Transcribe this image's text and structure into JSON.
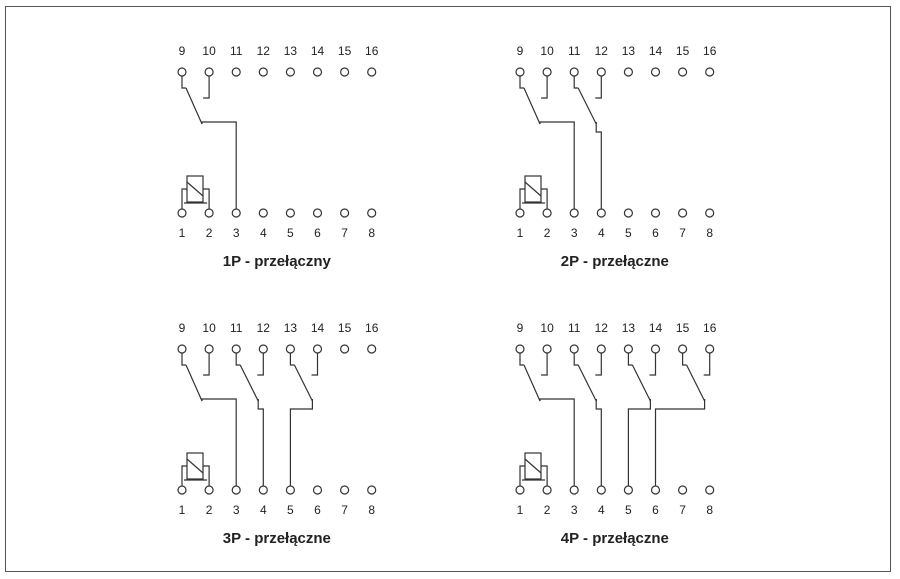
{
  "colors": {
    "line": "#333333",
    "frame": "#555555",
    "text": "#222222"
  },
  "diagrams": [
    {
      "caption": "1P - przełączny",
      "top_labels": [
        "9",
        "10",
        "11",
        "12",
        "13",
        "14",
        "15",
        "16"
      ],
      "bottom_labels": [
        "1",
        "2",
        "3",
        "4",
        "5",
        "6",
        "7",
        "8"
      ],
      "contacts": 1
    },
    {
      "caption": "2P - przełączne",
      "top_labels": [
        "9",
        "10",
        "11",
        "12",
        "13",
        "14",
        "15",
        "16"
      ],
      "bottom_labels": [
        "1",
        "2",
        "3",
        "4",
        "5",
        "6",
        "7",
        "8"
      ],
      "contacts": 2
    },
    {
      "caption": "3P - przełączne",
      "top_labels": [
        "9",
        "10",
        "11",
        "12",
        "13",
        "14",
        "15",
        "16"
      ],
      "bottom_labels": [
        "1",
        "2",
        "3",
        "4",
        "5",
        "6",
        "7",
        "8"
      ],
      "contacts": 3
    },
    {
      "caption": "4P - przełączne",
      "top_labels": [
        "9",
        "10",
        "11",
        "12",
        "13",
        "14",
        "15",
        "16"
      ],
      "bottom_labels": [
        "1",
        "2",
        "3",
        "4",
        "5",
        "6",
        "7",
        "8"
      ],
      "contacts": 4
    }
  ]
}
